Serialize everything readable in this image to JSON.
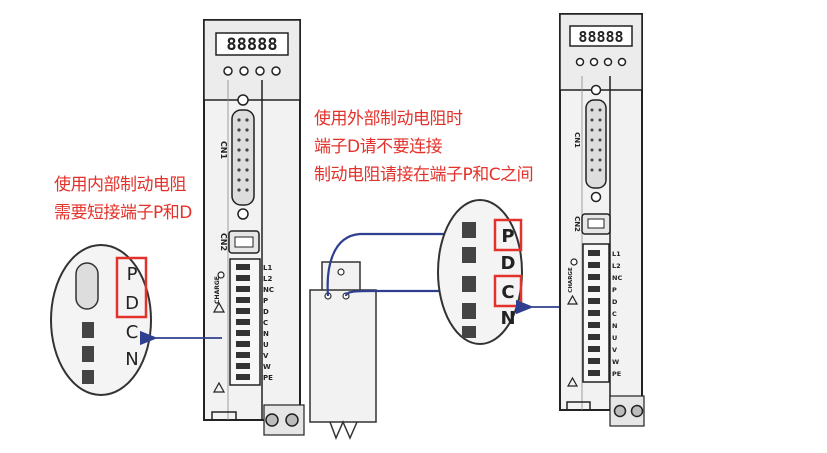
{
  "notes": {
    "internal_resistor": [
      "使用内部制动电阻",
      "需要短接端子P和D"
    ],
    "external_resistor": [
      "使用外部制动电阻时",
      "端子D请不要连接",
      "制动电阻请接在端子P和C之间"
    ]
  },
  "drive": {
    "display_digits": "88888",
    "connector_labels": [
      "CN1",
      "CN2"
    ],
    "charge_label": "CHARGE",
    "terminal_labels": [
      "L1",
      "L2",
      "NC",
      "P",
      "D",
      "C",
      "N",
      "U",
      "V",
      "W",
      "PE"
    ]
  },
  "magnified_terminals": [
    "P",
    "D",
    "C",
    "N"
  ],
  "colors": {
    "annotation_red": "#e3322b",
    "wire_blue": "#2f3f8f",
    "highlight_box": "#e3322b"
  }
}
